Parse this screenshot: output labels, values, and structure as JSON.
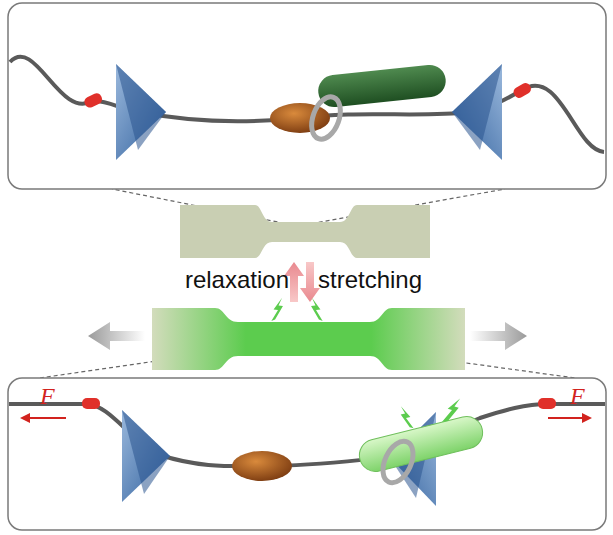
{
  "diagram": {
    "labels": [
      "relaxation",
      "stretching",
      "F",
      "F"
    ]
  }
}
